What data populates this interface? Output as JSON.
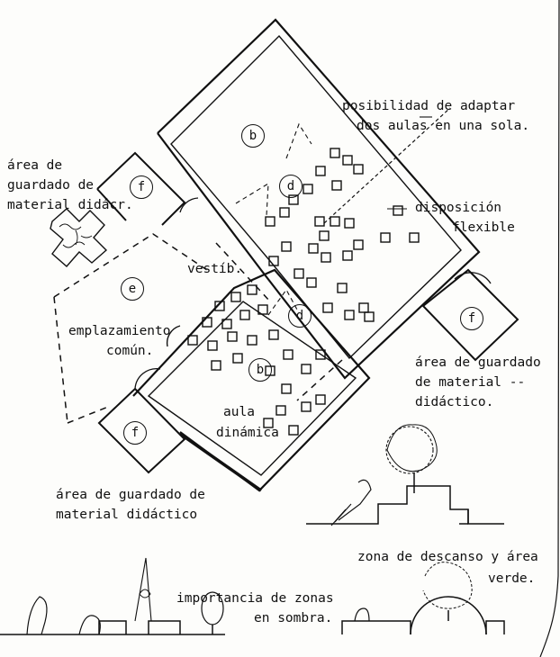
{
  "labels": {
    "posibilidad_1": "posibilidad de adaptar",
    "posibilidad_2": "dos aulas en una sola.",
    "area_guardado_left_1": "área de",
    "area_guardado_left_2": "guardado de",
    "area_guardado_left_3": "material didácr.",
    "disposicion_1": "disposición",
    "disposicion_2": "flexible",
    "vestib": "vestíb.",
    "emplazamiento_1": "emplazamiento",
    "emplazamiento_2": "común.",
    "area_guardado_right_1": "área de guardado",
    "area_guardado_right_2": "de material --",
    "area_guardado_right_3": "didáctico.",
    "aula_1": "aula",
    "aula_2": "dinámica",
    "area_guardado_bottom_1": "área de guardado de",
    "area_guardado_bottom_2": "material didáctico",
    "zona_1": "zona de descanso y área",
    "zona_2": "verde.",
    "importancia_1": "importancia de zonas",
    "importancia_2": "en sombra."
  },
  "room_codes": {
    "b_upper": "b",
    "b_lower": "b",
    "d_upper": "d",
    "d_lower": "d",
    "e": "e",
    "f_left": "f",
    "f_right": "f",
    "f_bottom": "f"
  },
  "colors": {
    "ink": "#111111",
    "paper": "#fdfdfb"
  }
}
